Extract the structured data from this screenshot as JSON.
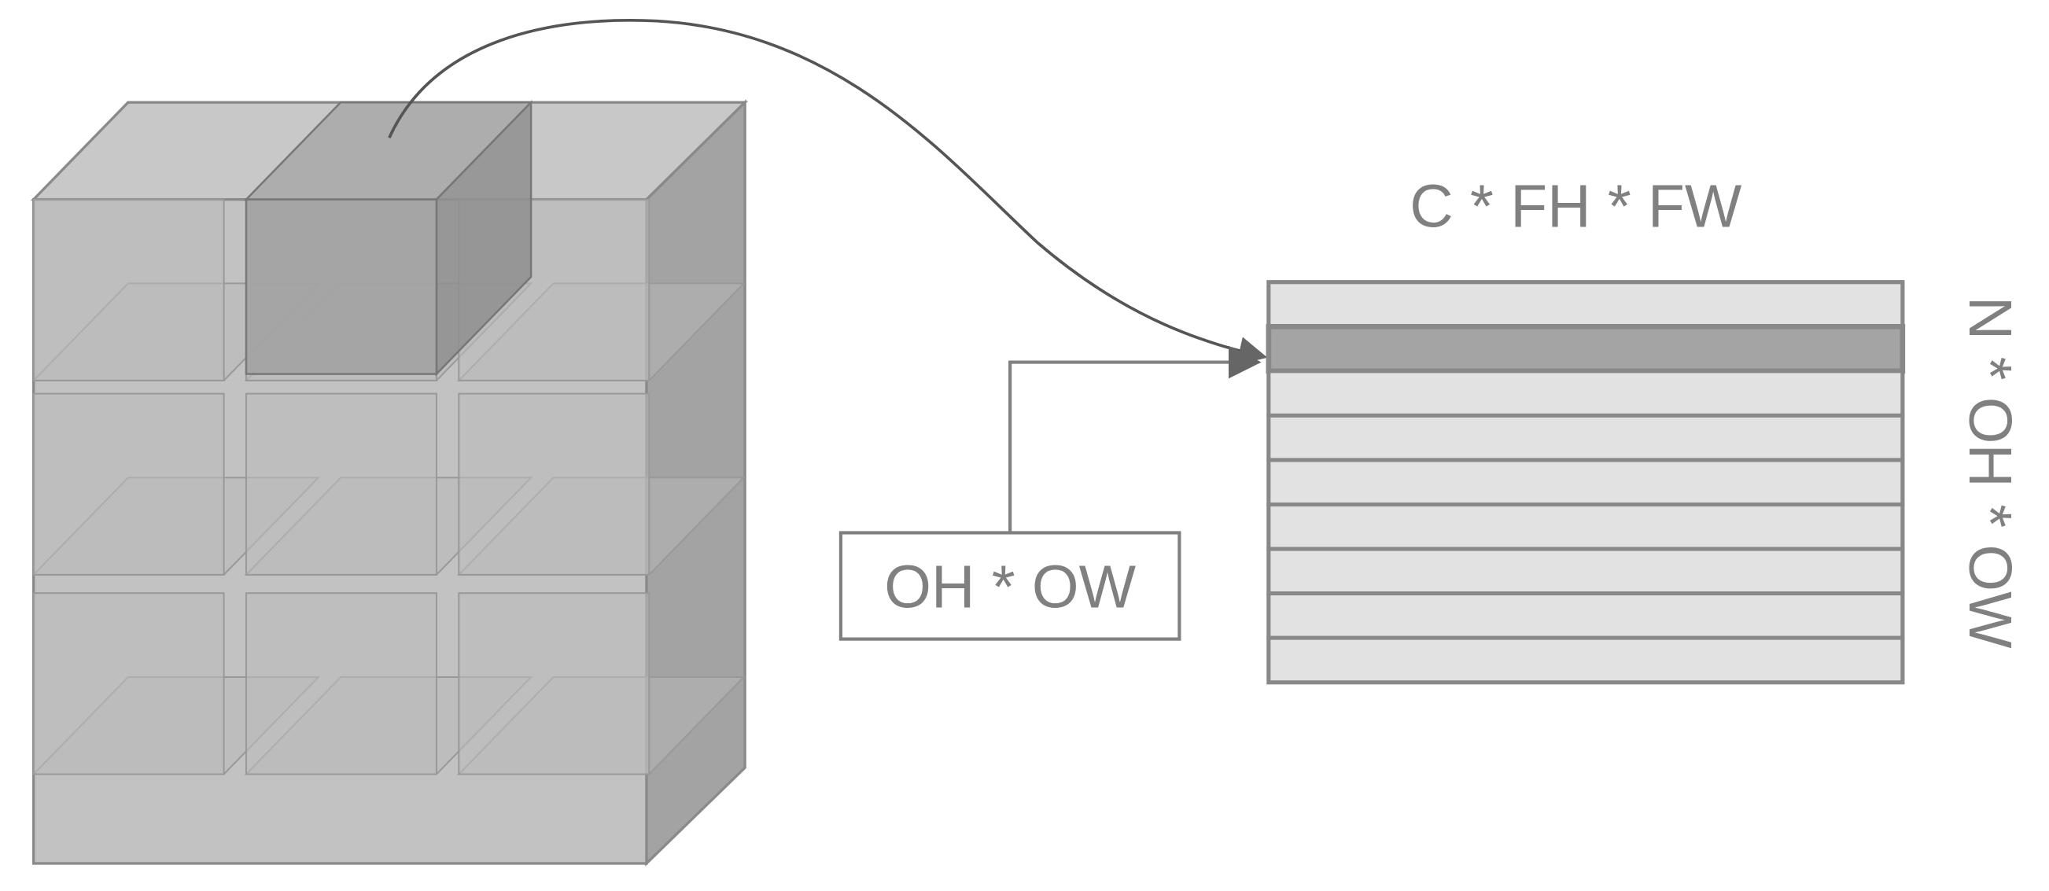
{
  "labels": {
    "matrix_columns": "C * FH * FW",
    "matrix_rows": "N * OH * OW",
    "output_box": "OH * OW"
  },
  "matrix": {
    "row_count": 9,
    "highlighted_row": 2
  },
  "tensor": {
    "grid_columns": 3,
    "grid_rows": 3
  },
  "colors": {
    "cube_face": "#bdbdbd",
    "cube_side": "#a3a3a3",
    "highlight": "#a0a0a0",
    "matrix_row": "#e2e2e2",
    "matrix_highlight": "#a4a4a4",
    "stroke": "#808080",
    "text": "#808080"
  }
}
